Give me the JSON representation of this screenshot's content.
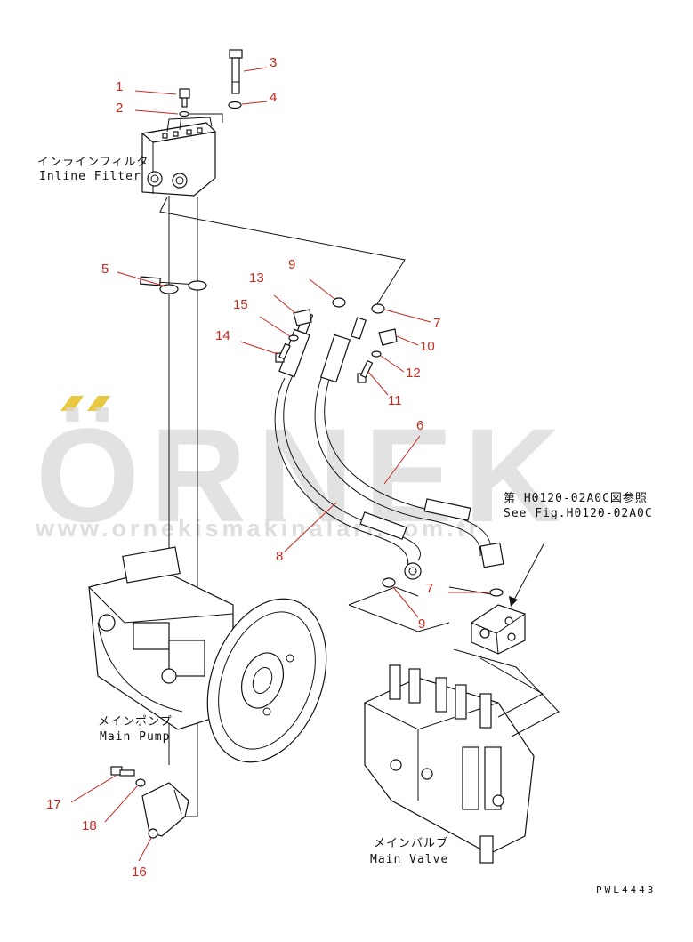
{
  "watermark": {
    "brand": "ÖRNEK",
    "url": "www.ornekismakinalari.com.tr",
    "accent": "#e8c840"
  },
  "labels": {
    "inline_filter_jp": "インラインフィルタ",
    "inline_filter_en": "Inline Filter",
    "main_pump_jp": "メインポンプ",
    "main_pump_en": "Main Pump",
    "main_valve_jp": "メインバルブ",
    "main_valve_en": "Main Valve",
    "see_fig_jp": "第 H0120-02A0C図参照",
    "see_fig_en": "See Fig.H0120-02A0C",
    "drawing_code": "PWL4443"
  },
  "callouts": [
    "1",
    "2",
    "3",
    "4",
    "5",
    "6",
    "7",
    "7",
    "8",
    "9",
    "9",
    "10",
    "11",
    "12",
    "13",
    "14",
    "15",
    "16",
    "17",
    "18"
  ],
  "colors": {
    "callout": "#c8281e",
    "line": "#111111"
  }
}
